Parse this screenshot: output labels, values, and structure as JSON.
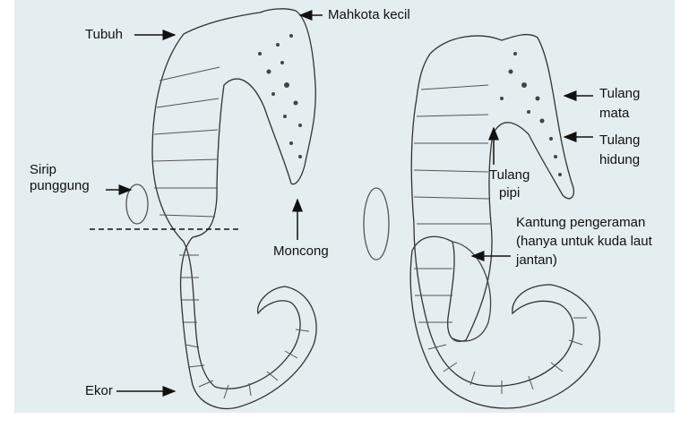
{
  "labels": {
    "mahkota_kecil": "Mahkota kecil",
    "tubuh": "Tubuh",
    "sirip_punggung_line1": "Sirip",
    "sirip_punggung_line2": "punggung",
    "moncong": "Moncong",
    "ekor": "Ekor",
    "tulang_mata_line1": "Tulang",
    "tulang_mata_line2": "mata",
    "tulang_hidung_line1": "Tulang",
    "tulang_hidung_line2": "hidung",
    "tulang_pipi_line1": "Tulang",
    "tulang_pipi_line2": "pipi",
    "kantung_line1": "Kantung pengeraman",
    "kantung_line2": "(hanya untuk kuda laut",
    "kantung_line3": "jantan)"
  },
  "colors": {
    "background": "#e4edf0",
    "line": "#111111",
    "sketch": "#333333"
  }
}
